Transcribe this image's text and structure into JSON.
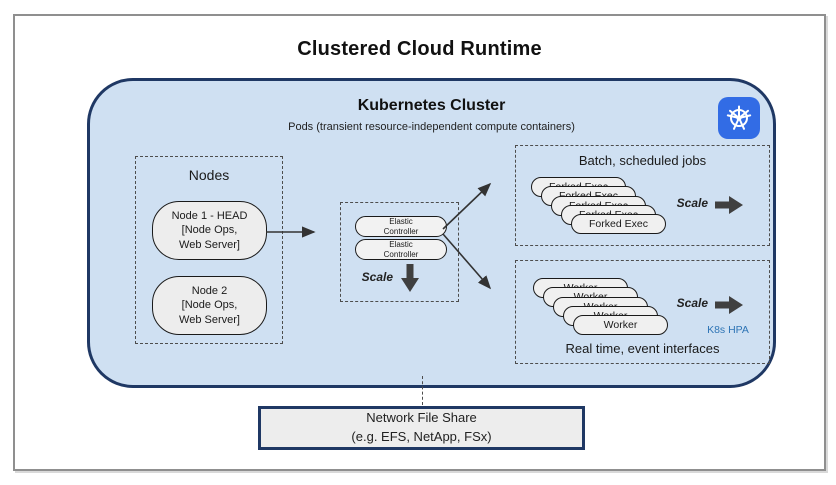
{
  "title": "Clustered Cloud Runtime",
  "colors": {
    "cluster_fill": "#cfe0f2",
    "cluster_border": "#1f3864",
    "pill_fill": "#ededed",
    "dashed_border": "#4d4d4d",
    "block_arrow": "#404040",
    "thin_arrow": "#333333",
    "hpa_text": "#2e74b5",
    "k8s_icon_bg": "#326ce5",
    "frame_border": "#8f8f8f"
  },
  "cluster": {
    "title": "Kubernetes Cluster",
    "subtitle": "Pods (transient resource-independent compute containers)",
    "k8s_icon": "kubernetes-helm-wheel-icon",
    "nodes": {
      "label": "Nodes",
      "node1": {
        "lines": [
          "Node 1 - HEAD",
          "[Node Ops,",
          "Web Server]"
        ]
      },
      "node2": {
        "lines": [
          "Node 2",
          "[Node Ops,",
          "Web Server]"
        ]
      }
    },
    "elastic": {
      "pod_lines": [
        "Elastic",
        "Controller"
      ],
      "pod_count": 2,
      "scale_label": "Scale",
      "scale_direction": "down"
    },
    "batch": {
      "label": "Batch, scheduled jobs",
      "pod_label": "Forked Exec",
      "pod_count": 5,
      "scale_label": "Scale",
      "scale_direction": "right"
    },
    "realtime": {
      "label": "Real time, event interfaces",
      "pod_label": "Worker",
      "pod_count": 5,
      "scale_label": "Scale",
      "scale_direction": "right",
      "hpa_label": "K8s HPA"
    }
  },
  "nfs": {
    "lines": [
      "Network File Share",
      "(e.g. EFS, NetApp, FSx)"
    ]
  }
}
